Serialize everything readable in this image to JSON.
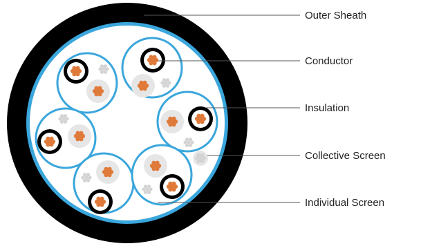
{
  "labels": {
    "outer_sheath": "Outer Sheath",
    "conductor": "Conductor",
    "insulation": "Insulation",
    "collective_screen": "Collective Screen",
    "individual_screen": "Individual Screen"
  },
  "colors": {
    "sheath": "#000000",
    "screen": "#3aa6dc",
    "fill": "#ffffff",
    "copper": "#e07a3a",
    "copper_highlight": "#f4b07a",
    "drain_wire": "#d4d4d4",
    "pair_bed": "#e6e6e6",
    "leader_line": "#555555"
  },
  "components": {
    "pairs": 6,
    "conductors_per_pair": 2
  }
}
